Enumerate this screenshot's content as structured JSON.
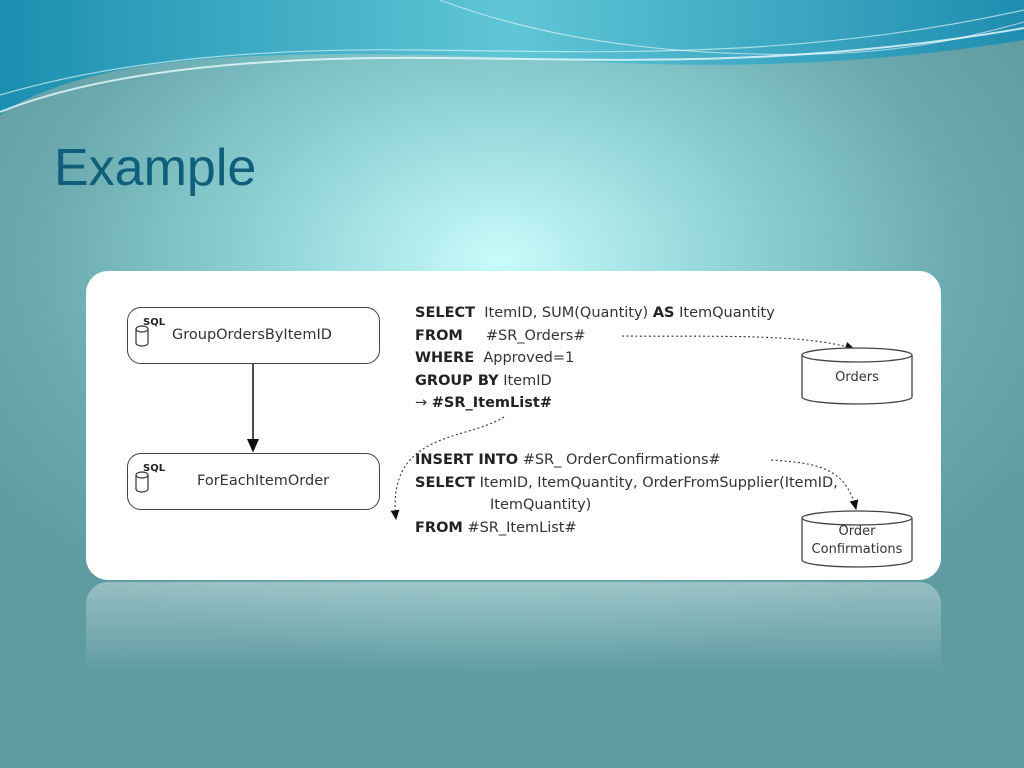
{
  "slide": {
    "title": "Example"
  },
  "diagram": {
    "tasks": [
      {
        "tag": "SQL",
        "label": "GroupOrdersByItemID"
      },
      {
        "tag": "SQL",
        "label": "ForEachItemOrder"
      }
    ],
    "query1": {
      "line1_kw": "SELECT",
      "line1_text": "ItemID, SUM(Quantity)",
      "line1_kw2": "AS",
      "line1_text2": "ItemQuantity",
      "line2_kw": "FROM",
      "line2_text": "#SR_Orders#",
      "line3_kw": "WHERE",
      "line3_text": "Approved=1",
      "line4_kw": "GROUP BY",
      "line4_text": "ItemID",
      "line5_arrow": "→",
      "line5_text": "#SR_ItemList#"
    },
    "query2": {
      "line1_kw": "INSERT INTO",
      "line1_text": "#SR_ OrderConfirmations#",
      "line2_kw": "SELECT",
      "line2_text": "ItemID, ItemQuantity, OrderFromSupplier(ItemID,",
      "line3_text": "ItemQuantity)",
      "line4_kw": "FROM",
      "line4_text": "#SR_ItemList#"
    },
    "databases": [
      {
        "line1": "Orders",
        "line2": ""
      },
      {
        "line1": "Order",
        "line2": "Confirmations"
      }
    ]
  }
}
